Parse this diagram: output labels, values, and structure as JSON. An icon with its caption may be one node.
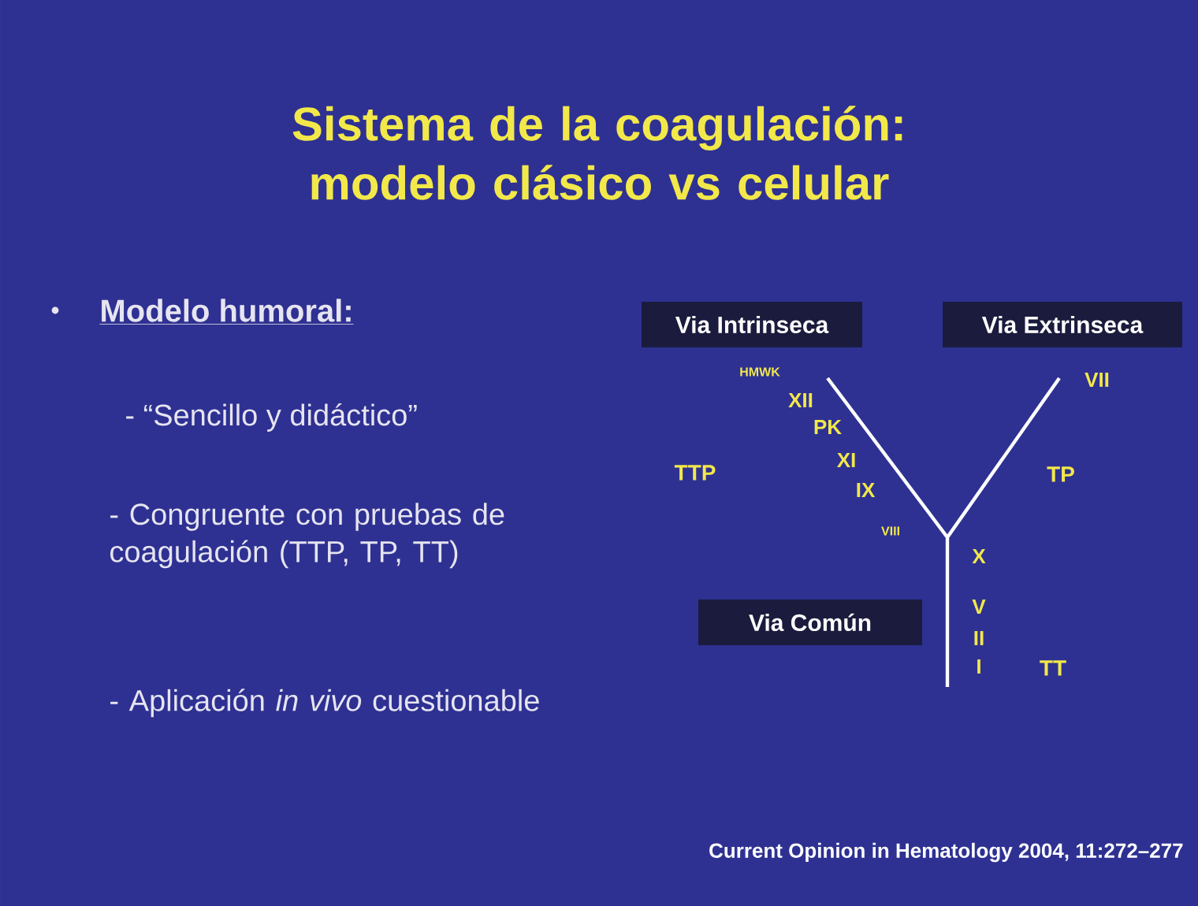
{
  "diagram": {
    "title": "Sistema de la coagulación: modelo clásico vs celular",
    "nodes": [
      {
        "text": [
          "Via Intrinseca"
        ]
      },
      {
        "text": [
          "Via Extrinseca"
        ]
      },
      {
        "text": [
          "Via Común"
        ]
      }
    ],
    "labels": [
      "Modelo humoral:",
      "- “Sencillo y didáctico”",
      "HMWK",
      "XII",
      "PK",
      "TTP",
      "XI",
      "IX",
      "VIII",
      "VII",
      "TP",
      "- Congruente con pruebas de coagulación (TTP, TP, TT)",
      "X",
      "V",
      "II",
      "I",
      "TT",
      "- Aplicación *in vivo* cuestionable",
      "Current Opinion in Hematology 2004, 11:272–277"
    ]
  }
}
